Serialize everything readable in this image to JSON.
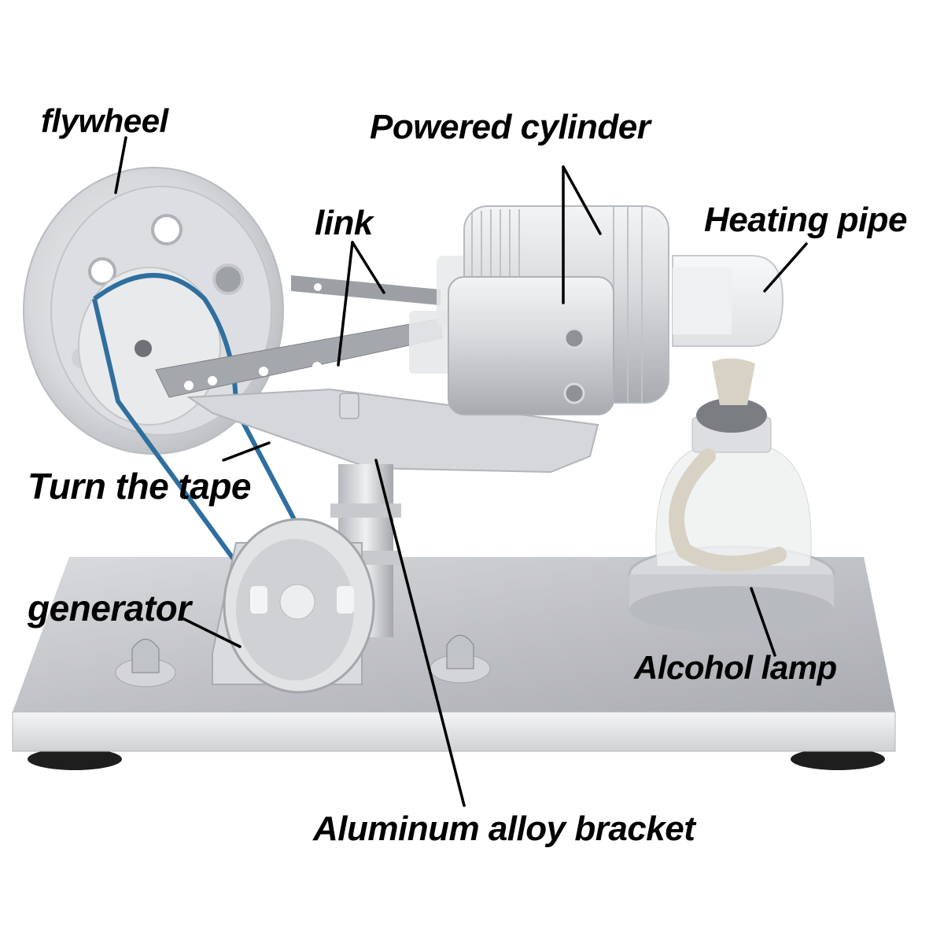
{
  "title": "Stirling engine parts diagram",
  "labels": {
    "flywheel": "flywheel",
    "powered_cylinder": "Powered cylinder",
    "link": "link",
    "heating_pipe": "Heating pipe",
    "turn_the_tape": "Turn the tape",
    "generator": "generator",
    "alcohol_lamp": "Alcohol lamp",
    "aluminum_alloy_bracket": "Aluminum alloy bracket"
  },
  "colors": {
    "belt": "#2f6f9f",
    "metal_light": "#e6e7e9",
    "metal_mid": "#c9cbce",
    "metal_dark": "#8e9196",
    "base_plate": "#c4c6c9",
    "leader_line": "#000000",
    "wick": "#d8d2c4"
  }
}
